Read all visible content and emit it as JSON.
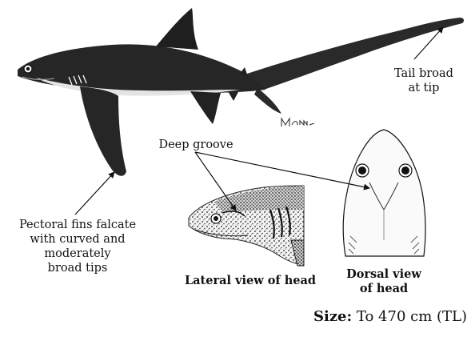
{
  "labels": {
    "tail": "Tail broad\nat tip",
    "deep_groove": "Deep groove",
    "pectoral": "Pectoral fins falcate\nwith curved and\nmoderately\nbroad tips",
    "lateral_view": "Lateral view of  head",
    "dorsal_view": "Dorsal view\nof head"
  },
  "size": {
    "label": "Size:",
    "value": "To 470 cm (TL)"
  },
  "signature_text": "Mam",
  "colors": {
    "body_dark": "#262626",
    "belly": "#e4e4e4",
    "ink": "#111111"
  }
}
